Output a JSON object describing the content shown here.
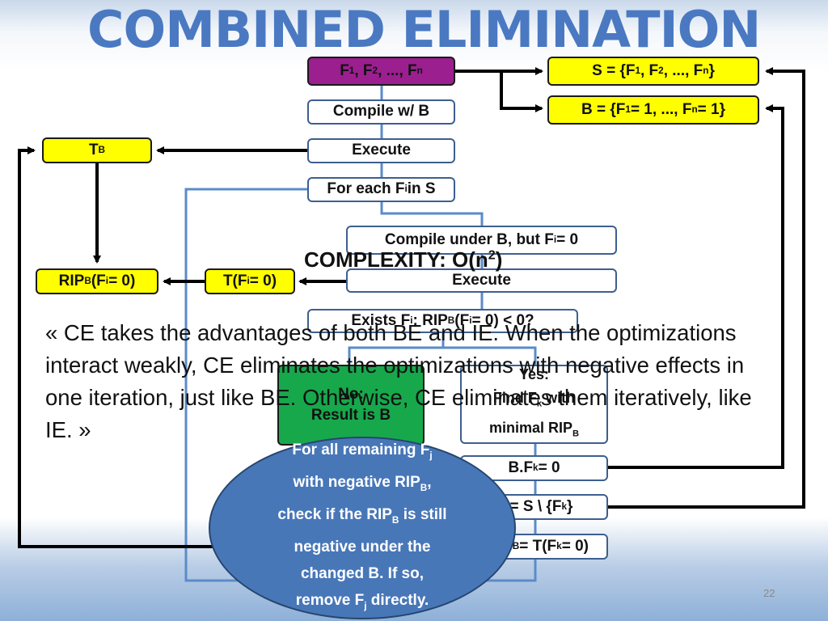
{
  "title": "COMBINED ELIMINATION",
  "complexity": {
    "label": "COMPLEXITY: O(n",
    "exp": "2",
    "close": ")"
  },
  "nodes": {
    "flags": {
      "pre": "F",
      "s1": "1",
      "m1": ", F",
      "s2": "2",
      "m2": ", ..., F",
      "s3": "n"
    },
    "set_s": {
      "pre": "S = {F",
      "s1": "1",
      "m1": ", F",
      "s2": "2",
      "m2": ", ..., F",
      "s3": "n",
      "post": "}"
    },
    "set_b": {
      "pre": "B = {F",
      "s1": "1",
      "m1": " = 1, ..., F",
      "s2": "n",
      "post": " = 1}"
    },
    "compile_b": "Compile w/ B",
    "execute1": "Execute",
    "tb": {
      "pre": "T",
      "sub": "B"
    },
    "for_each": {
      "pre": "For each F",
      "sub": "i",
      "post": " in S"
    },
    "compile_under": {
      "pre": "Compile under B, but F",
      "sub": "i",
      "post": " = 0"
    },
    "execute2": "Execute",
    "t_fi": {
      "pre": "T(F",
      "sub": "i",
      "post": " = 0)"
    },
    "rip_fi": {
      "pre": "RIP",
      "sub": "B",
      "mid": "(F",
      "sub2": "i",
      "post": " = 0)"
    },
    "exists": {
      "pre": "Exists F",
      "sub": "i",
      "mid": ": RIP",
      "sub2": "B",
      "mid2": "(F",
      "sub3": "i",
      "post": " = 0) < 0?"
    },
    "no": {
      "line1": "No:",
      "line2": "Result is B"
    },
    "yes": {
      "line1": "Yes:",
      "l2pre": "Find F",
      "l2sub": "k",
      "l2post": " with",
      "l3pre": "minimal RIP",
      "l3sub": "B"
    },
    "bfk": {
      "pre": "B.F",
      "sub": "k",
      "post": " = 0"
    },
    "s_minus": {
      "pre": "S = S \\ {F",
      "sub": "k",
      "post": "}"
    },
    "tb_update": {
      "pre": "T",
      "sub": "B",
      "mid": " = T(F",
      "sub2": "k",
      "post": " = 0)"
    }
  },
  "quote": "« CE takes the advantages of both BE and IE. When the optimizations interact weakly, CE eliminates the optimizations with negative effects in one iteration, just like BE. Otherwise, CE eliminates them iteratively, like IE. »",
  "ellipse": {
    "l1pre": "For all remaining F",
    "l1sub": "j",
    "l2pre": "with negative RIP",
    "l2sub": "B",
    "l2post": ",",
    "l3pre": "check if the RIP",
    "l3sub": "B",
    "l3post": " is still",
    "l4": "negative under the",
    "l5": "changed B. If so,",
    "l6pre": "remove F",
    "l6sub": "j",
    "l6post": " directly."
  },
  "page_number": "22",
  "colors": {
    "title": "#4a79c2",
    "yellow": "#ffff00",
    "purple": "#9b1f8f",
    "green": "#17a84c",
    "wire": "#5b8bc9",
    "ellipse": "#4877b8"
  }
}
